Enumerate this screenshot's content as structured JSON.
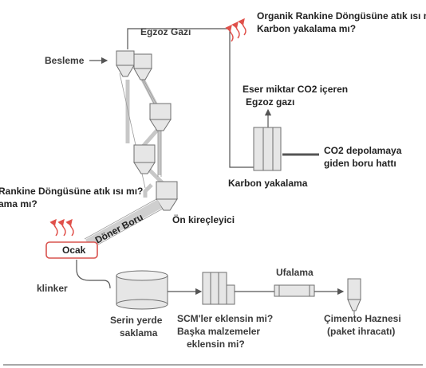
{
  "labels": {
    "egzoz_gazi": "Egzoz Gazı",
    "orc_top_1": "Organik Rankine Döngüsüne atık ısı mı?",
    "orc_top_2": "Karbon yakalama mı?",
    "besleme": "Besleme",
    "eser_1": "Eser miktar CO2 içeren",
    "eser_2": "Egzoz gazı",
    "co2_1": "CO2 depolamaya",
    "co2_2": "giden boru hattı",
    "karbon_yakalama": "Karbon yakalama",
    "orc_left_1": "Rankine Döngüsüne atık ısı mı?",
    "orc_left_2": "ama mı?",
    "on_kirecleyici": "Ön kireçleyici",
    "doner_boru": "Döner Boru",
    "ocak": "Ocak",
    "klinker": "klinker",
    "ufalama": "Ufalama",
    "serin_1": "Serin yerde",
    "serin_2": "saklama",
    "scm_1": "SCM'ler eklensin mi?",
    "scm_2": "Başka malzemeler",
    "scm_3": "eklensin mi?",
    "cimento_1": "Çimento Haznesi",
    "cimento_2": "(paket ihracatı)"
  },
  "colors": {
    "heat_arrow": "#e0504a",
    "ocak_border": "#d9534f",
    "line": "#555555"
  },
  "icons": [
    "heat-arrows-icon"
  ]
}
